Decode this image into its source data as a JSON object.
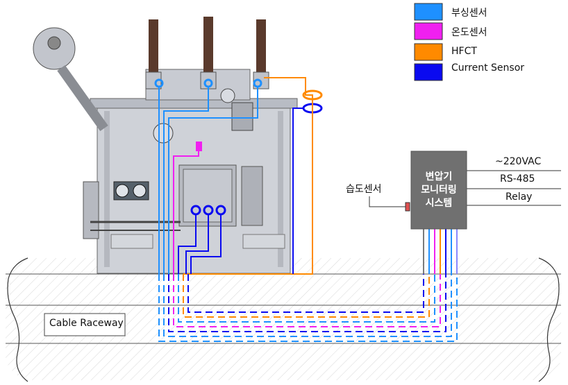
{
  "legend": [
    {
      "label": "부싱센서",
      "color": "#1E90FF"
    },
    {
      "label": "온도센서",
      "color": "#F020F0"
    },
    {
      "label": "HFCT",
      "color": "#FF8A00"
    },
    {
      "label": "Current Sensor",
      "color": "#0A0AF0"
    }
  ],
  "system": {
    "line1": "변압기",
    "line2": "모니터링",
    "line3": "시스템",
    "box_color": "#707070"
  },
  "outputs": [
    "~220VAC",
    "RS-485",
    "Relay"
  ],
  "humidity_sensor_label": "습도센서",
  "cable_raceway_label": "Cable Raceway"
}
